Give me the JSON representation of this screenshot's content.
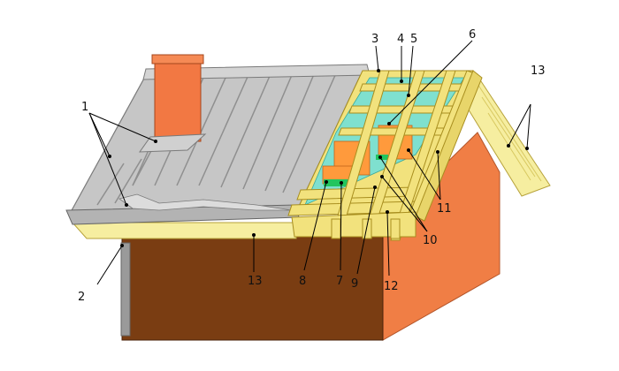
{
  "diagram": {
    "labels": [
      {
        "id": "1",
        "text": "1"
      },
      {
        "id": "2",
        "text": "2"
      },
      {
        "id": "3",
        "text": "3"
      },
      {
        "id": "4",
        "text": "4"
      },
      {
        "id": "5",
        "text": "5"
      },
      {
        "id": "6",
        "text": "6"
      },
      {
        "id": "7",
        "text": "7"
      },
      {
        "id": "8",
        "text": "8"
      },
      {
        "id": "9",
        "text": "9"
      },
      {
        "id": "10",
        "text": "10"
      },
      {
        "id": "11",
        "text": "11"
      },
      {
        "id": "12",
        "text": "12"
      },
      {
        "id": "13a",
        "text": "13"
      },
      {
        "id": "13b",
        "text": "13"
      }
    ]
  },
  "colors": {
    "metal": "#c6c6c6",
    "metal_dark": "#8f8f8f",
    "wall_brown": "#7a3d12",
    "wall_orange": "#f07e45",
    "chimney": "#f27843",
    "wood": "#f2e27d",
    "wood_dark": "#c9a826",
    "membrane": "#7fe0cf",
    "insulation": "#ff9a3c",
    "green": "#22c55e",
    "cream": "#f6f0b0"
  }
}
